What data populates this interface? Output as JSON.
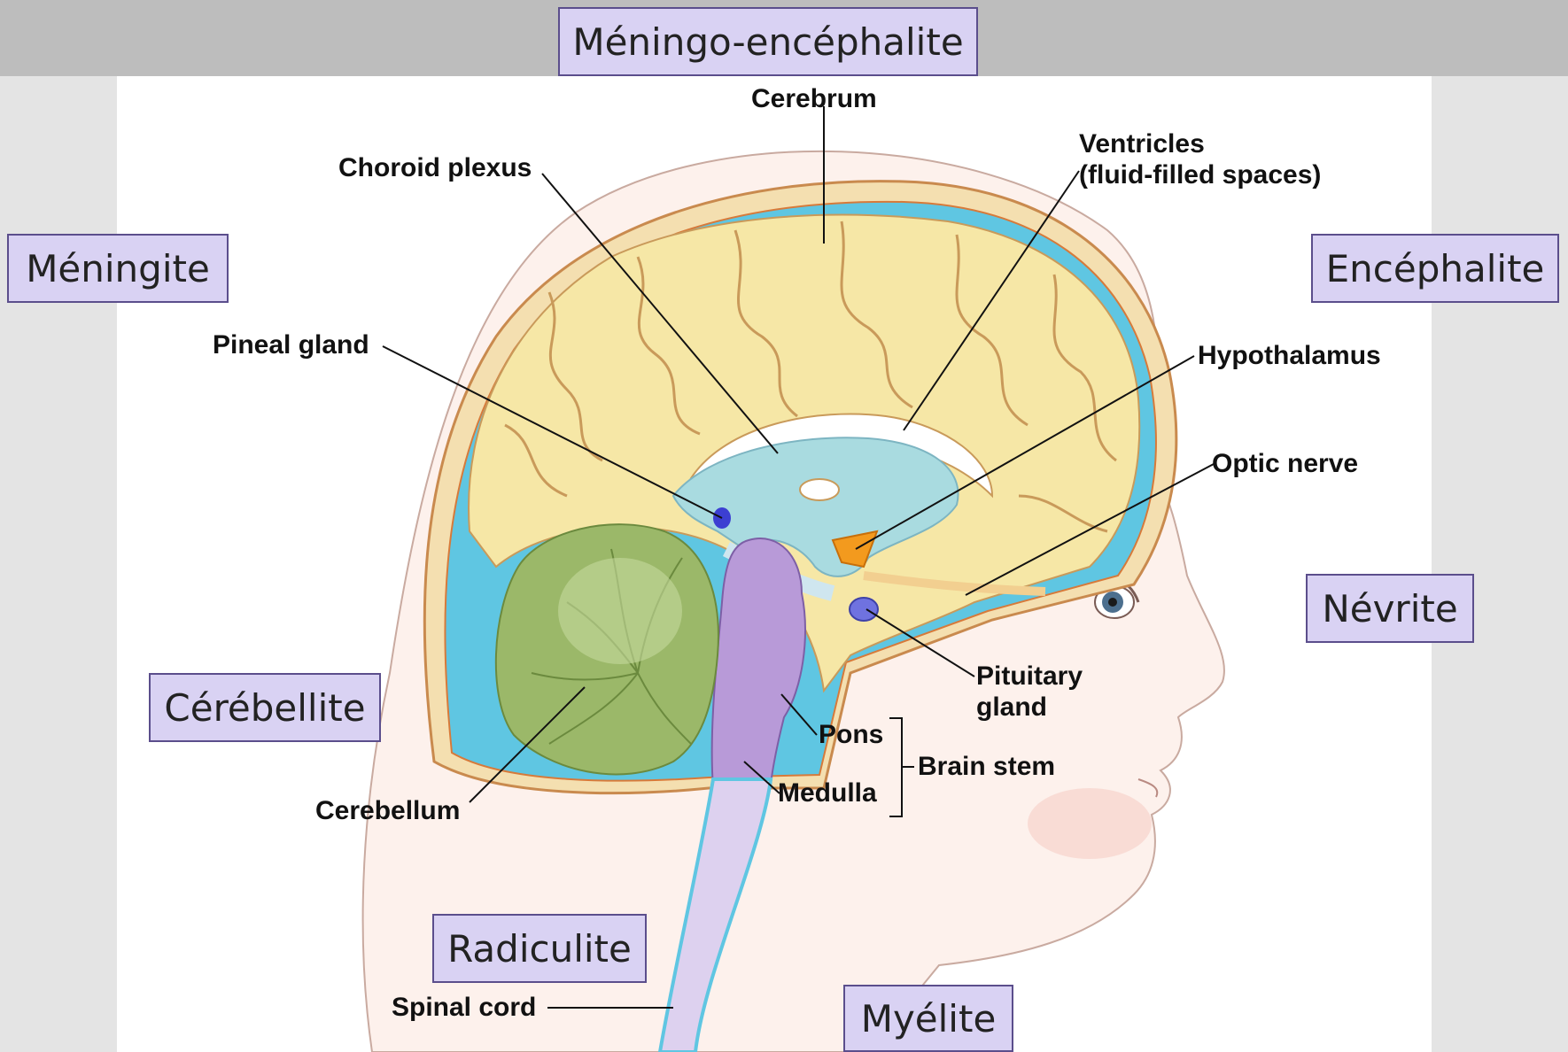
{
  "diagram": {
    "anatomy_labels": {
      "cerebrum": "Cerebrum",
      "choroid_plexus": "Choroid plexus",
      "ventricles_line1": "Ventricles",
      "ventricles_line2": "(fluid-filled spaces)",
      "pineal_gland": "Pineal gland",
      "hypothalamus": "Hypothalamus",
      "optic_nerve": "Optic nerve",
      "pituitary_line1": "Pituitary",
      "pituitary_line2": "gland",
      "pons": "Pons",
      "brain_stem": "Brain stem",
      "medulla": "Medulla",
      "cerebellum": "Cerebellum",
      "spinal_cord": "Spinal cord"
    },
    "condition_boxes": {
      "meningo_encephalite": "Méningo-encéphalite",
      "meningite": "Méningite",
      "encephalite": "Encéphalite",
      "nevrite": "Névrite",
      "cerebellite": "Cérébellite",
      "radiculite": "Radiculite",
      "myelite": "Myélite"
    },
    "colors": {
      "box_fill": "#d9d2f3",
      "box_border": "#5b4e8c",
      "cerebrum": "#f6e7a6",
      "ventricles": "#a9dbe0",
      "cerebellum": "#9bb869",
      "brain_stem": "#b89ad8",
      "hypothalamus": "#f39a1e",
      "pineal_pituitary": "#5b5fd6",
      "csf": "#5fc6e2",
      "skin": "#fbe9e2"
    }
  }
}
